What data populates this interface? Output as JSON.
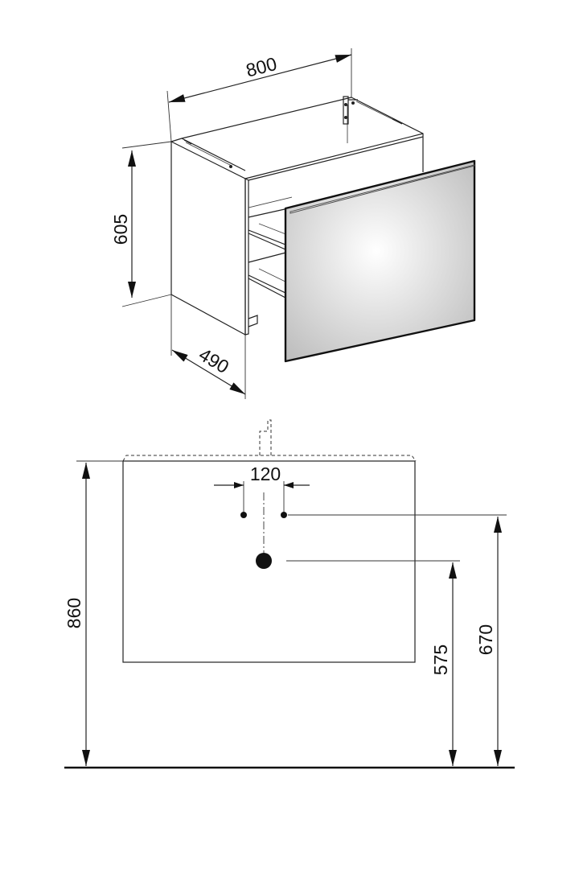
{
  "dimensions": {
    "top_view": {
      "width": "800",
      "height": "605",
      "depth": "490"
    },
    "front_view": {
      "total_height": "860",
      "tap_hole_spacing": "120",
      "waste_height": "575",
      "supply_height": "670"
    }
  },
  "colors": {
    "line": "#222222",
    "background": "#ffffff",
    "front_panel_light": "#ffffff",
    "front_panel_dark": "#b9b9b9"
  }
}
